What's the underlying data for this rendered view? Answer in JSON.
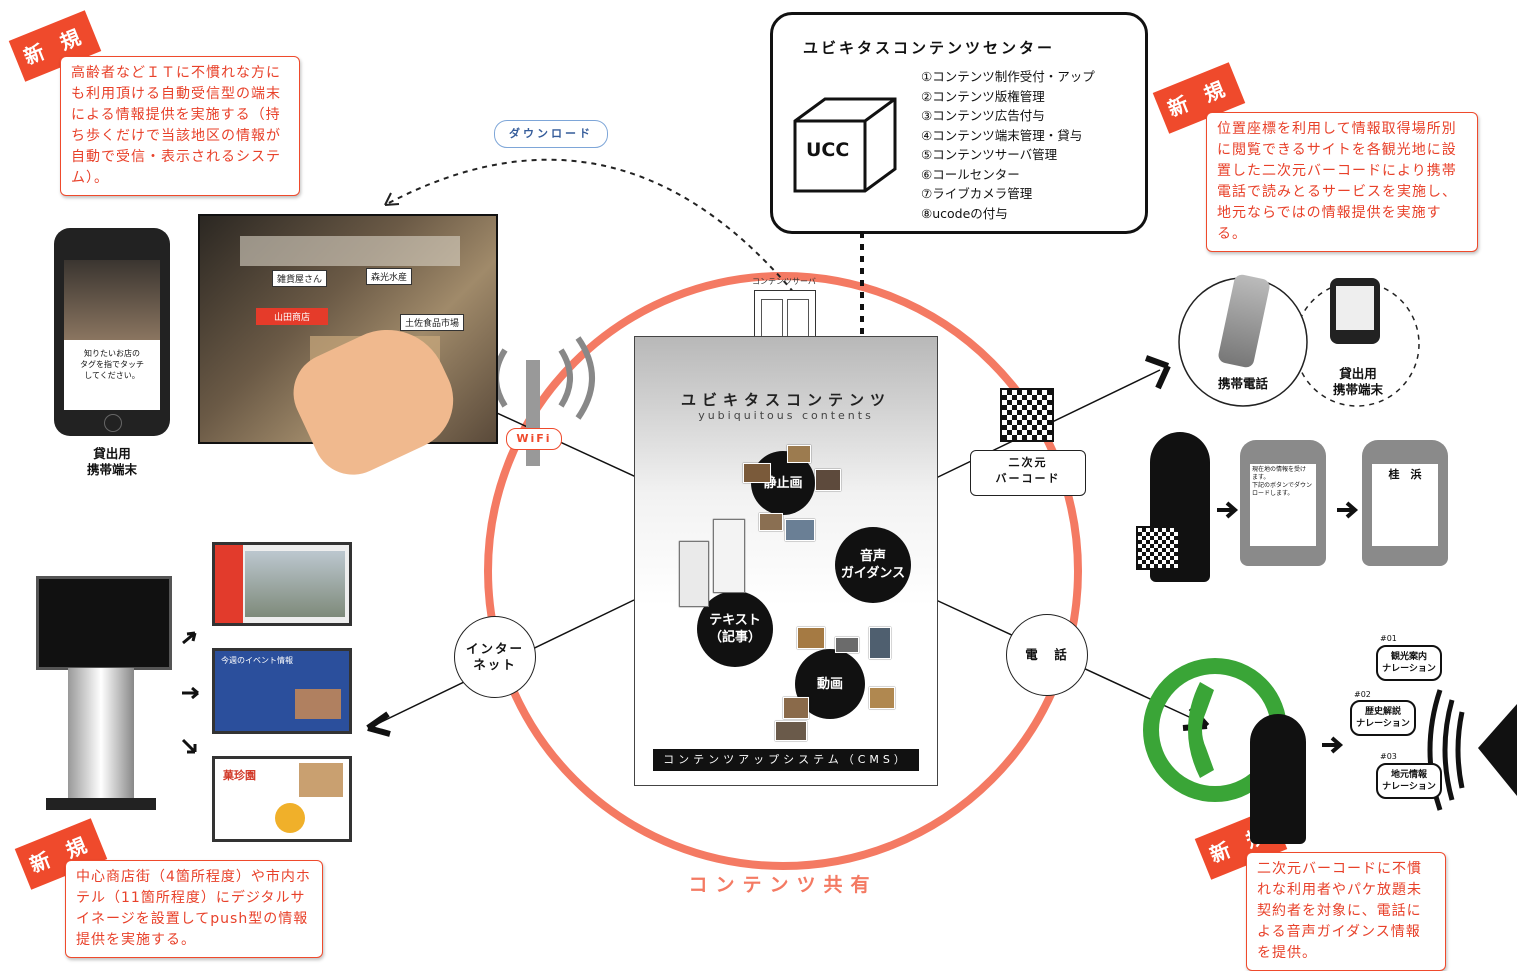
{
  "new_label": "新 規",
  "callouts": {
    "top_left": "高齢者などＩＴに不慣れな方にも利用頂ける自動受信型の端末による情報提供を実施する（持ち歩くだけで当該地区の情報が自動で受信・表示されるシステム）。",
    "top_right": "位置座標を利用して情報取得場所別に閲覧できるサイトを各観光地に設置した二次元バーコードにより携帯電話で読みとるサービスを実施し、地元ならではの情報提供を実施する。",
    "bottom_left": "中心商店街（4箇所程度）や市内ホテル（11箇所程度）にデジタルサイネージを設置してpush型の情報提供を実施する。",
    "bottom_right": "二次元バーコードに不慣れな利用者やパケ放題未契約者を対象に、電話による音声ガイダンス情報を提供。"
  },
  "ucc": {
    "title": "ユビキタスコンテンツセンター",
    "cube_label": "UCC",
    "items": [
      "①コンテンツ制作受付・アップ",
      "②コンテンツ版権管理",
      "③コンテンツ広告付与",
      "④コンテンツ端末管理・貸与",
      "⑤コンテンツサーバ管理",
      "⑥コールセンター",
      "⑦ライブカメラ管理",
      "⑧ucodeの付与"
    ]
  },
  "cms": {
    "server_label": "コンテンツサーバ",
    "title": "ユビキタスコンテンツ",
    "subtitle": "yubiquitous contents",
    "bar": "コンテンツアップシステム（CMS）",
    "blobs": {
      "still": "静止画",
      "audio": "音声\nガイダンス",
      "text": "テキスト\n（記事）",
      "video": "動画"
    }
  },
  "ring_caption": "コンテンツ共有",
  "download_label": "ダウンロード",
  "wifi_label": "WiFi",
  "nodes": {
    "internet": "インター\nネット",
    "phone": "電　話",
    "qr": "二次元\nバーコード"
  },
  "device_labels": {
    "rental_left": "貸出用\n携帯端末",
    "mobile": "携帯電話",
    "rental_right": "貸出用\n携帯端末"
  },
  "phone_screen_text": "知りたいお店の\nタグを指でタッチ\nしてください。",
  "photo_tags": [
    "雑貨屋さん",
    "森光水産",
    "山田商店",
    "土佐食品市場"
  ],
  "tablet_screens": [
    "現在地の情報を受け\nます。\n下記のボタンでダウン\nロードします。",
    "桂　浜"
  ],
  "signage": {
    "news_title": "今週のイベント情報",
    "shop_name": "菓珍園"
  },
  "guidance": {
    "ids": [
      "#01",
      "#02",
      "#03"
    ],
    "signs": [
      "観光案内\nナレーション",
      "歴史解説\nナレーション",
      "地元情報\nナレーション"
    ]
  },
  "colors": {
    "accent": "#ef4a2c",
    "ring": "#f47a63",
    "phone_green": "#3aa537"
  }
}
